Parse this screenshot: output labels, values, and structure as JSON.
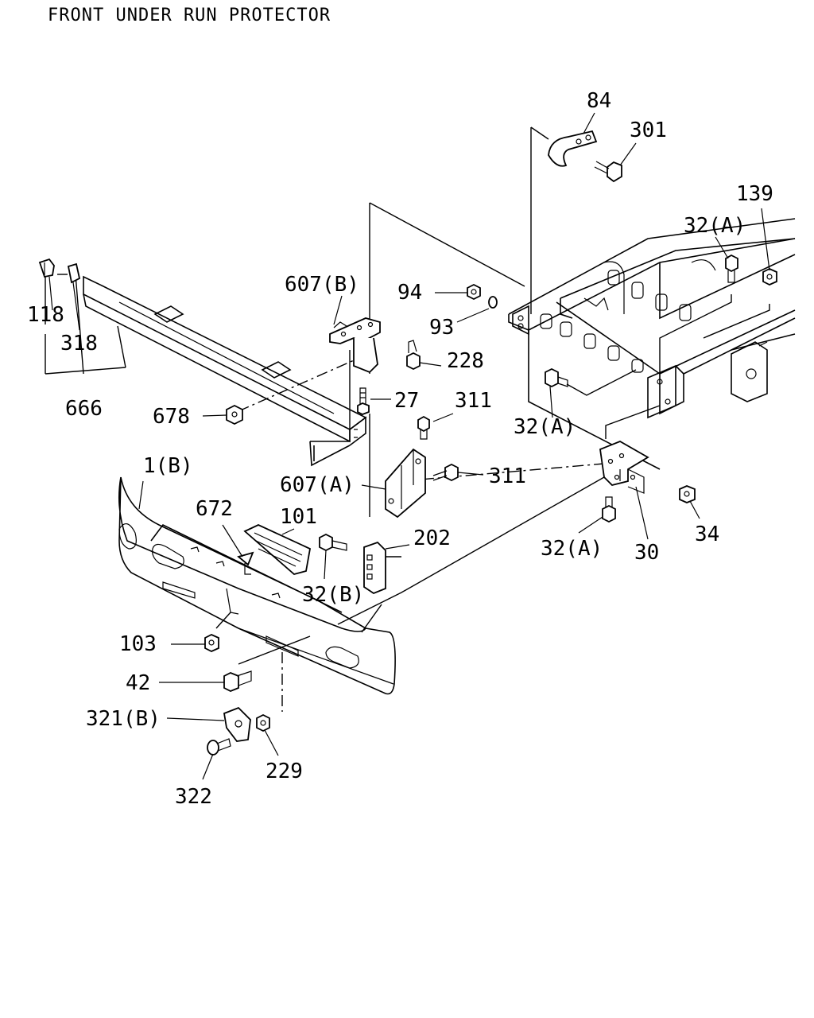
{
  "title": "FRONT UNDER RUN PROTECTOR",
  "labels": {
    "l84": "84",
    "l301": "301",
    "l139": "139",
    "l32a_top": "32(A)",
    "l607b": "607(B)",
    "l94": "94",
    "l93": "93",
    "l228": "228",
    "l118": "118",
    "l318": "318",
    "l666": "666",
    "l678": "678",
    "l27": "27",
    "l311_upper": "311",
    "l32a_mid": "32(A)",
    "l1b": "1(B)",
    "l607a": "607(A)",
    "l311_lower": "311",
    "l672": "672",
    "l101": "101",
    "l202": "202",
    "l32a_low": "32(A)",
    "l30": "30",
    "l34": "34",
    "l32b": "32(B)",
    "l103": "103",
    "l42": "42",
    "l321b": "321(B)",
    "l229": "229",
    "l322": "322"
  }
}
